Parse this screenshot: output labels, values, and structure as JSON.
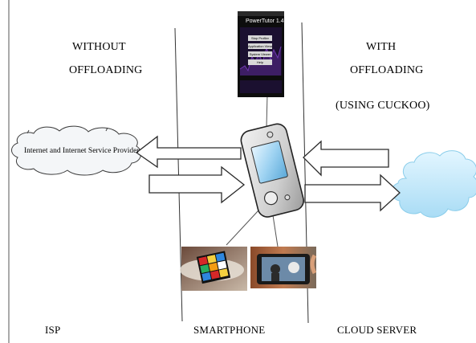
{
  "labels": {
    "without_line1": "WITHOUT",
    "without_line2": "OFFLOADING",
    "with_line1": "WITH",
    "with_line2": "OFFLOADING",
    "with_line3": "(USING CUCKOO)",
    "isp_cloud_text": "Internet and Internet Service Provider",
    "bottom_isp": "ISP",
    "bottom_smartphone": "SMARTPHONE",
    "bottom_cloud": "CLOUD SERVER"
  },
  "powertutor": {
    "title": "PowerTutor 1.4",
    "buttons": [
      "Stop Profiler",
      "Application Viewer",
      "System Viewer",
      "Help"
    ]
  },
  "colors": {
    "cloud_fill": "#c8ecfb",
    "cloud_stroke": "#7ec8ea",
    "isp_cloud_fill": "#f4f6f8",
    "line": "#444444"
  }
}
